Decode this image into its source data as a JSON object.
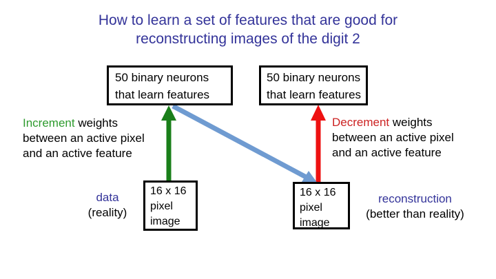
{
  "title": {
    "line1": "How to learn a set of features that are good for",
    "line2": "reconstructing images of the digit 2"
  },
  "feature_boxes": {
    "left": {
      "line1": "50 binary neurons",
      "line2": "that learn features"
    },
    "right": {
      "line1": "50 binary neurons",
      "line2": "that learn features"
    }
  },
  "increment_note": {
    "keyword": "Increment",
    "rest_line1": " weights",
    "line2": "between an active pixel",
    "line3": "and an active feature"
  },
  "decrement_note": {
    "keyword": "Decrement",
    "rest_line1": " weights",
    "line2": "between an active pixel",
    "line3": "and an active feature"
  },
  "pixel_boxes": {
    "left": {
      "line1": "16 x 16",
      "line2": "pixel",
      "line3": "image"
    },
    "right": {
      "line1": "16 x 16",
      "line2": "pixel",
      "line3": "image"
    }
  },
  "labels": {
    "data": "data",
    "data_sub": "(reality)",
    "reconstruction": "reconstruction",
    "reconstruction_sub": "(better than reality)"
  },
  "colors": {
    "title": "#333399",
    "keyword_green": "#2E9B2E",
    "keyword_red": "#CC2222",
    "arrow_green": "#1A7F1A",
    "arrow_red": "#EE1111",
    "arrow_blue": "#6F9BD1"
  }
}
